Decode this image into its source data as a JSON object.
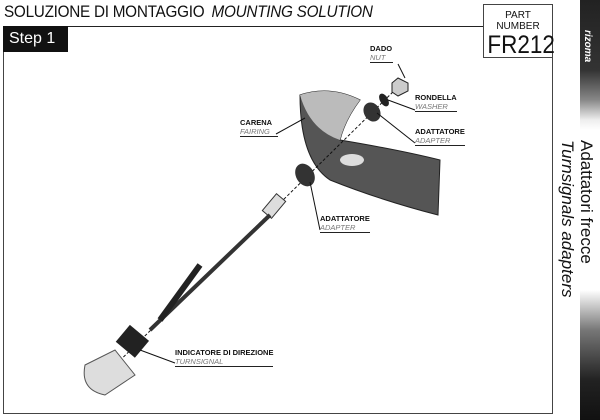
{
  "header": {
    "title_it": "SOLUZIONE DI MONTAGGIO",
    "title_en": "MOUNTING SOLUTION"
  },
  "step": "Step 1",
  "part": {
    "label": "PART NUMBER",
    "number": "FR212"
  },
  "brand": "rizoma",
  "side": {
    "it": "Adattatori frecce",
    "en": "Turnsignals adapters"
  },
  "labels": {
    "nut": {
      "it": "DADO",
      "en": "NUT"
    },
    "washer": {
      "it": "RONDELLA",
      "en": "WASHER"
    },
    "adapter_top": {
      "it": "ADATTATORE",
      "en": "ADAPTER"
    },
    "fairing": {
      "it": "CARENA",
      "en": "FAIRING"
    },
    "adapter_bottom": {
      "it": "ADATTATORE",
      "en": "ADAPTER"
    },
    "turnsignal": {
      "it": "INDICATORE DI DIREZIONE",
      "en": "TURNSIGNAL"
    }
  }
}
